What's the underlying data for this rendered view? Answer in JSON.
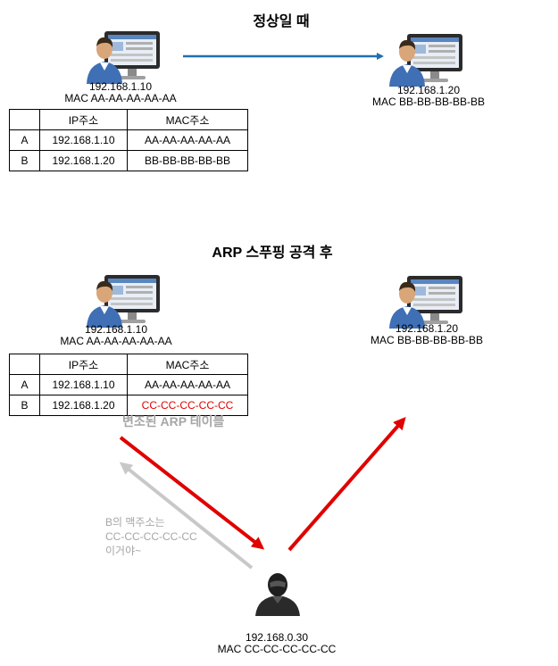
{
  "normal": {
    "title": "정상일 때",
    "hostA": {
      "ip": "192.168.1.10",
      "mac": "MAC  AA-AA-AA-AA-AA"
    },
    "hostB": {
      "ip": "192.168.1.20",
      "mac": "MAC BB-BB-BB-BB-BB"
    },
    "table": {
      "headers": [
        "",
        "IP주소",
        "MAC주소"
      ],
      "rows": [
        {
          "name": "A",
          "ip": "192.168.1.10",
          "mac": "AA-AA-AA-AA-AA"
        },
        {
          "name": "B",
          "ip": "192.168.1.20",
          "mac": "BB-BB-BB-BB-BB"
        }
      ]
    },
    "arrow_color": "#1f6fb2"
  },
  "attack": {
    "title": "ARP 스푸핑 공격 후",
    "hostA": {
      "ip": "192.168.1.10",
      "mac": "MAC  AA-AA-AA-AA-AA"
    },
    "hostB": {
      "ip": "192.168.1.20",
      "mac": "MAC BB-BB-BB-BB-BB"
    },
    "table": {
      "headers": [
        "",
        "IP주소",
        "MAC주소"
      ],
      "rows": [
        {
          "name": "A",
          "ip": "192.168.1.10",
          "mac": "AA-AA-AA-AA-AA"
        },
        {
          "name": "B",
          "ip": "192.168.1.20",
          "mac": "CC-CC-CC-CC-CC"
        }
      ]
    },
    "table_caption": "변조된 ARP 테이블",
    "attacker": {
      "ip": "192.168.0.30",
      "mac": "MAC  CC-CC-CC-CC-CC"
    },
    "spoof_message": [
      "B의 맥주소는",
      "CC-CC-CC-CC-CC",
      "이거야~"
    ],
    "spoof_color": "#e00000",
    "spoof_arrow_color": "#c8c8c8"
  },
  "icons": {
    "pc_user": "pc-user-icon",
    "attacker": "hacker-icon"
  }
}
